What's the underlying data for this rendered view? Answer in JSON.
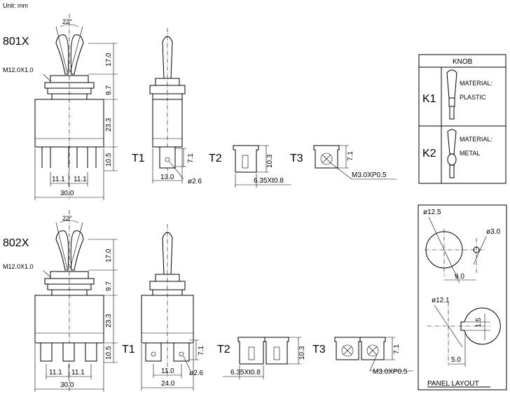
{
  "unit_label": "Unit: mm",
  "models": [
    {
      "name": "801X",
      "angle": "22°",
      "thread": "M12.0X1.0",
      "dims_v": [
        "17.0",
        "9.7",
        "23.3",
        "10.5"
      ],
      "dims_h": [
        "11.1",
        "11.1",
        "30.0"
      ],
      "side_width": "13.0",
      "terminals": {
        "t1": {
          "label": "T1",
          "height": "7.1",
          "hole": "ø2.6"
        },
        "t2": {
          "label": "T2",
          "height": "10.3",
          "size": "6.35Xt0.8"
        },
        "t3": {
          "label": "T3",
          "height": "7.1",
          "screw": "M3.0XP0.5"
        }
      }
    },
    {
      "name": "802X",
      "angle": "22°",
      "thread": "M12.0X1.0",
      "dims_v": [
        "17.0",
        "9.7",
        "23.3",
        "10.5"
      ],
      "dims_h": [
        "11.1",
        "11.1",
        "30.0"
      ],
      "side_width": "24.0",
      "side_inner": "11.0",
      "terminals": {
        "t1": {
          "label": "T1",
          "height": "7.1",
          "hole": "ø2.6"
        },
        "t2": {
          "label": "T2",
          "height": "10.3",
          "size": "6.35Xt0.8"
        },
        "t3": {
          "label": "T3",
          "height": "7.1",
          "screw": "M3.0XP0.5"
        }
      }
    }
  ],
  "knob_table": {
    "title": "KNOB",
    "rows": [
      {
        "code": "K1",
        "line1": "MATERIAL:",
        "line2": "PLASTIC"
      },
      {
        "code": "K2",
        "line1": "MATERIAL:",
        "line2": "METAL"
      }
    ]
  },
  "panel_layout": {
    "title": "PANEL LAYOUT",
    "d1": "ø12.5",
    "d2": "ø3.0",
    "dist1": "9.0",
    "d3": "ø12.1",
    "flat": "1.5",
    "dist2": "5.0"
  }
}
